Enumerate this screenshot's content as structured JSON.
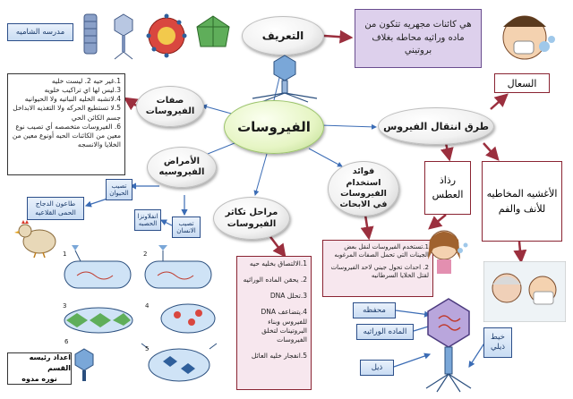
{
  "center": "الفيروسات",
  "definition": {
    "title": "التعريف",
    "text": "هي كائنات مجهريه تتكون من ماده وراثيه محاطه بغلاف بروتيني"
  },
  "properties": {
    "title": "صفات الفيروسات",
    "items": [
      "1.غير حيه    2. ليست خليه",
      "3.ليس لها اي تراكيب خلويه",
      "4.لاتشبه الخليه النباتيه ولا الحيوانيه",
      "5.لا تستطيع الحركه ولا التغذيه الابداخل جسم الكائن الحي",
      "6. الفيروسات متخصصه أي تصيب نوع معين من الكائنات الحيه أونوع معين من الخلايا والانسجه"
    ]
  },
  "diseases": {
    "title": "الأمراض الفيروسيه",
    "animals": "تصيب الحيوان",
    "humans": "تصيب الانسان",
    "chicken": "طاعون الدجاج الحمى القلاعيه",
    "influenza": "انفلاونزا الحصبه"
  },
  "replication": {
    "title": "مراحل تكاثر الفيروسات",
    "steps": [
      "1.الالتصاق بخليه حيه",
      "2. يحقن الماده الوراثيه",
      "3.تحلل DNA",
      "4.يتضاعف DNA للفيروس وبناء البروتينات لتخلق الفيروسات",
      "5.انفجار خليه العائل"
    ]
  },
  "benefits": {
    "title": "فوائد استخدام الفيروسات في الابحاث",
    "items": [
      "1.تستخدم الفيروسات لنقل بعض الجينات التي تحمل الصفات المرغوبه",
      "2. احداث تحول جيني لاحد الفيروسات لقتل الخلايا السرطانيه"
    ]
  },
  "transmission": {
    "title": "طرق انتقال الفيروس",
    "cough": "السعال",
    "sneeze": "رذاذ العطس",
    "membranes": "الأغشيه المخاطيه للأنف والفم"
  },
  "structure": {
    "capsid": "محفظه",
    "genetic": "الماده الوراثيه",
    "fibers": "خيط ذيلي",
    "tail": "ذيل"
  },
  "school": "مدرسه الشاميه",
  "credit": {
    "line1": "اعداد رئيسه القسم",
    "line2": "نوره مدوه"
  },
  "image_labels": [
    "1",
    "2",
    "3",
    "4",
    "5",
    "6"
  ],
  "colors": {
    "arrow": "#9b2f3e",
    "arrow_blue": "#3b6cb5",
    "definition_bg": "#ddd0ec",
    "accent": "#8a2432"
  }
}
